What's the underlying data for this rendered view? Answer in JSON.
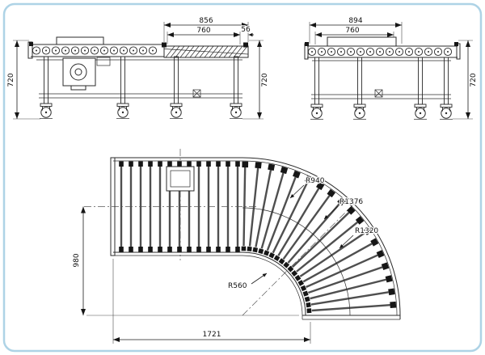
{
  "colors": {
    "frame_border": "#aed3e6",
    "line": "#2b2b2b",
    "background": "#ffffff"
  },
  "views": {
    "side_left": {
      "dims": {
        "overall_top": "856",
        "roller_section": "760",
        "end_offset": "56",
        "height_left": "720",
        "height_right": "720"
      }
    },
    "side_right": {
      "dims": {
        "overall_top": "894",
        "roller_section": "760",
        "height_right": "720"
      }
    },
    "plan": {
      "dims": {
        "entry_height": "980",
        "overall_length": "1721"
      },
      "radii": {
        "centerline": "R940",
        "outer_frame": "R1376",
        "outer_roller": "R1320",
        "inner": "R560"
      }
    }
  }
}
